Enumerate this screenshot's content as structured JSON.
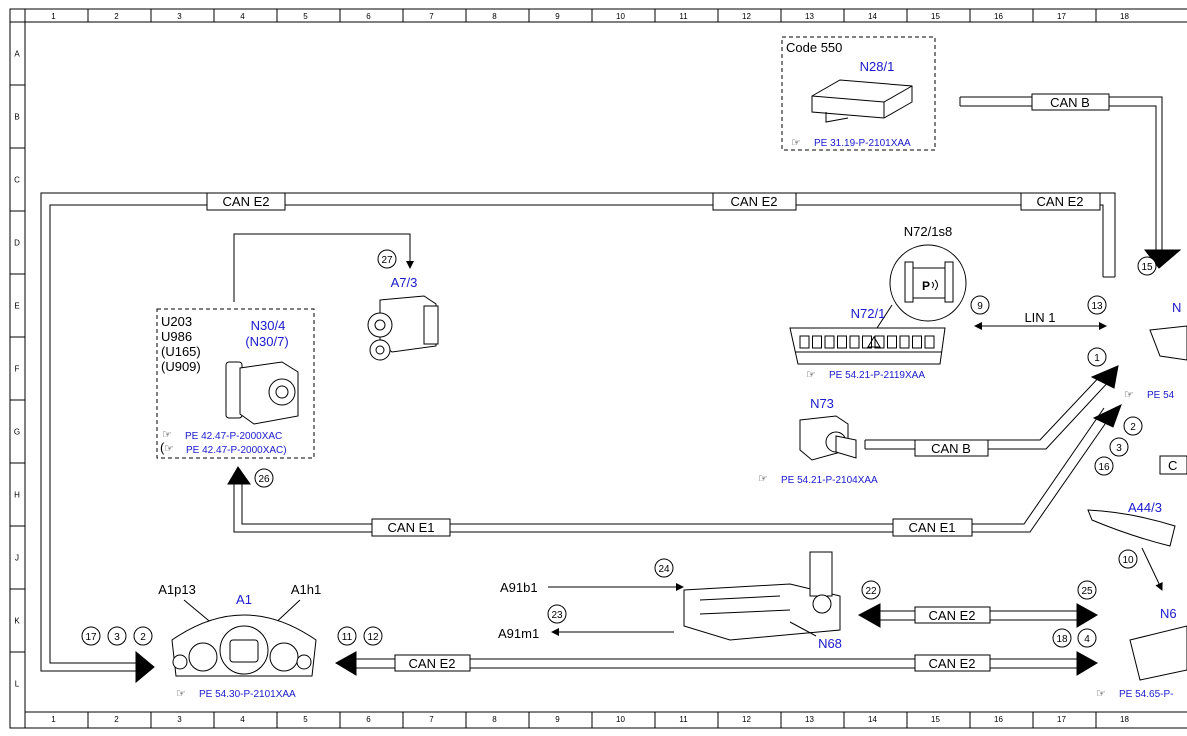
{
  "grid": {
    "cols": [
      "1",
      "2",
      "3",
      "4",
      "5",
      "6",
      "7",
      "8",
      "9",
      "10",
      "11",
      "12",
      "13",
      "14",
      "15",
      "16",
      "17",
      "18"
    ],
    "rows": [
      "A",
      "B",
      "C",
      "D",
      "E",
      "F",
      "G",
      "H",
      "J",
      "K",
      "L"
    ]
  },
  "buses": {
    "can_b_top": "CAN B",
    "can_e2_top_left": "CAN E2",
    "can_e2_top_mid": "CAN E2",
    "can_e2_top_right": "CAN E2",
    "lin1": "LIN 1",
    "can_b_mid": "CAN B",
    "can_e1_left": "CAN E1",
    "can_e1_right": "CAN E1",
    "can_e2_k": "CAN E2",
    "can_e2_bottom_left": "CAN E2",
    "can_e2_bottom_right": "CAN E2"
  },
  "components": {
    "code_550": "Code 550",
    "n28_1": "N28/1",
    "n28_1_ref": "PE 31.19-P-2101XAA",
    "n72_1s8": "N72/1s8",
    "n72_1": "N72/1",
    "n72_1_ref": "PE 54.21-P-2119XAA",
    "a7_3": "A7/3",
    "u203": "U203",
    "u986": "U986",
    "u165": "(U165)",
    "u909": "(U909)",
    "n30_4": "N30/4",
    "n30_7": "(N30/7)",
    "n30_ref1": "PE 42.47-P-2000XAC",
    "n30_ref2": "PE 42.47-P-2000XAC)",
    "n30_ref2_open": "(",
    "n73": "N73",
    "n73_ref": "PE 54.21-P-2104XAA",
    "a44_3": "A44/3",
    "a91b1": "A91b1",
    "a91m1": "A91m1",
    "n68": "N68",
    "a1": "A1",
    "a1p13": "A1p13",
    "a1h1": "A1h1",
    "a1_ref": "PE 54.30-P-2101XAA",
    "n_right_top": "N",
    "n_right_ref": "PE 54",
    "n6_right": "N6",
    "n6_ref": "PE 54.65-P-",
    "c_clip": "C",
    "p_icon": "P"
  },
  "callouts": {
    "c27": "27",
    "c9": "9",
    "c13": "13",
    "c15": "15",
    "c1": "1",
    "c2": "2",
    "c3": "3",
    "c16": "16",
    "c26": "26",
    "c10": "10",
    "c24": "24",
    "c23": "23",
    "c22": "22",
    "c25": "25",
    "c17": "17",
    "c3b": "3",
    "c2b": "2",
    "c11": "11",
    "c12": "12",
    "c18": "18",
    "c4": "4"
  },
  "colors": {
    "line": "#000000",
    "blue_text": "#1a1acc",
    "background": "#ffffff"
  }
}
